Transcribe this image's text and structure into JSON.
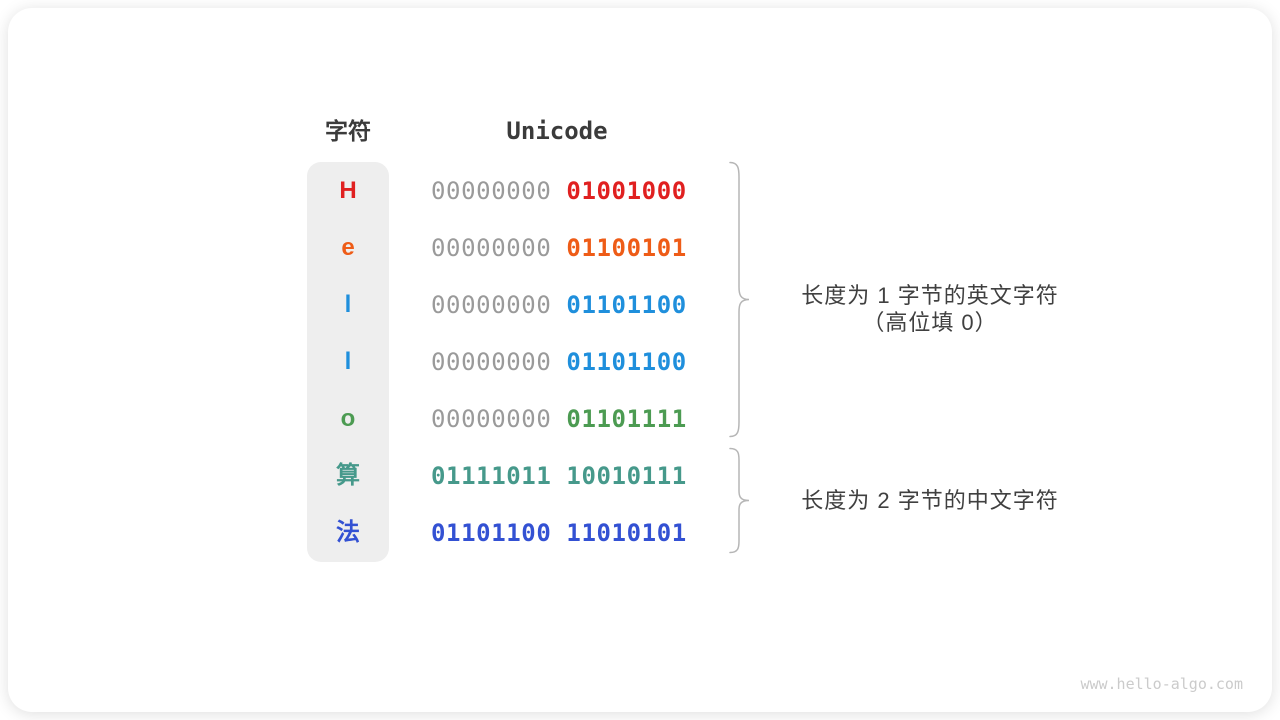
{
  "card": {
    "headers": {
      "char": "字符",
      "unicode": "Unicode"
    },
    "rows": [
      {
        "char": "H",
        "char_color": "#e02020",
        "bytes": [
          {
            "text": "00000000",
            "color": "#9a9a9a",
            "bold": false
          },
          {
            "text": "01001000",
            "color": "#e02020",
            "bold": true
          }
        ]
      },
      {
        "char": "e",
        "char_color": "#ee5c17",
        "bytes": [
          {
            "text": "00000000",
            "color": "#9a9a9a",
            "bold": false
          },
          {
            "text": "01100101",
            "color": "#ee5c17",
            "bold": true
          }
        ]
      },
      {
        "char": "l",
        "char_color": "#1f8fdc",
        "bytes": [
          {
            "text": "00000000",
            "color": "#9a9a9a",
            "bold": false
          },
          {
            "text": "01101100",
            "color": "#1f8fdc",
            "bold": true
          }
        ]
      },
      {
        "char": "l",
        "char_color": "#1f8fdc",
        "bytes": [
          {
            "text": "00000000",
            "color": "#9a9a9a",
            "bold": false
          },
          {
            "text": "01101100",
            "color": "#1f8fdc",
            "bold": true
          }
        ]
      },
      {
        "char": "o",
        "char_color": "#4c9b52",
        "bytes": [
          {
            "text": "00000000",
            "color": "#9a9a9a",
            "bold": false
          },
          {
            "text": "01101111",
            "color": "#4c9b52",
            "bold": true
          }
        ]
      },
      {
        "char": "算",
        "char_color": "#46998b",
        "bytes": [
          {
            "text": "01111011",
            "color": "#46998b",
            "bold": true
          },
          {
            "text": "10010111",
            "color": "#46998b",
            "bold": true
          }
        ]
      },
      {
        "char": "法",
        "char_color": "#3351d3",
        "bytes": [
          {
            "text": "01101100",
            "color": "#3351d3",
            "bold": true
          },
          {
            "text": "11010101",
            "color": "#3351d3",
            "bold": true
          }
        ]
      }
    ],
    "annotations": [
      {
        "text": "长度为 1 字节的英文字符\n（高位填 0）"
      },
      {
        "text": "长度为 2 字节的中文字符"
      }
    ],
    "watermark": "www.hello-algo.com"
  }
}
